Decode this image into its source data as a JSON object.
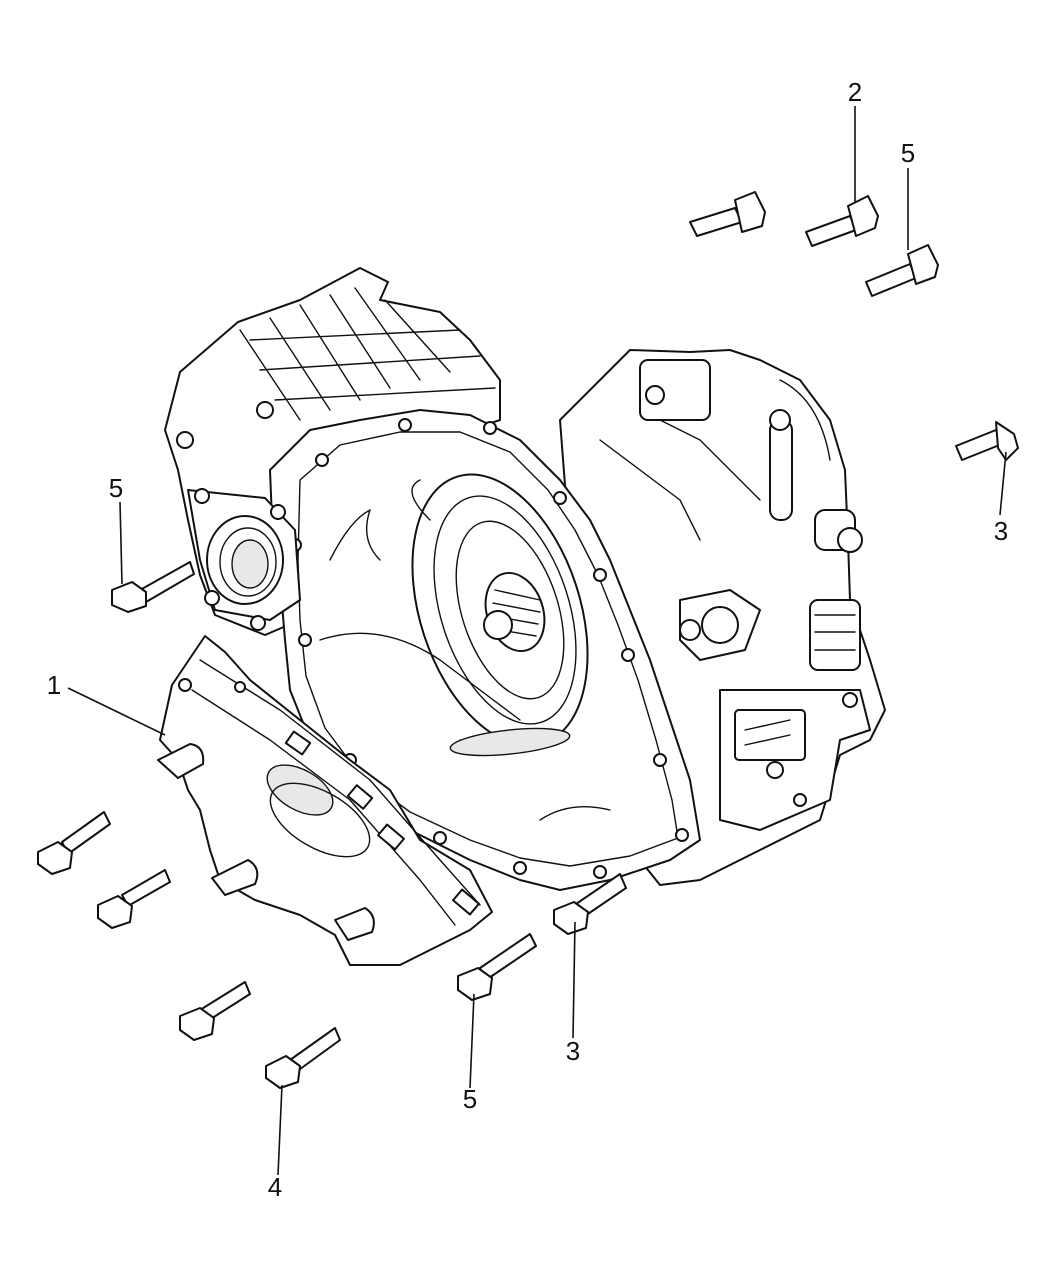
{
  "diagram": {
    "callouts": [
      {
        "id": "c1",
        "label": "1"
      },
      {
        "id": "c2",
        "label": "2"
      },
      {
        "id": "c3a",
        "label": "3"
      },
      {
        "id": "c3b",
        "label": "3"
      },
      {
        "id": "c4",
        "label": "4"
      },
      {
        "id": "c5a",
        "label": "5"
      },
      {
        "id": "c5b",
        "label": "5"
      },
      {
        "id": "c5c",
        "label": "5"
      }
    ],
    "parts": {
      "transaxle": "transaxle-assembly",
      "cover": "lower-cover-plate",
      "bolt_icon": "bolt-icon"
    }
  }
}
